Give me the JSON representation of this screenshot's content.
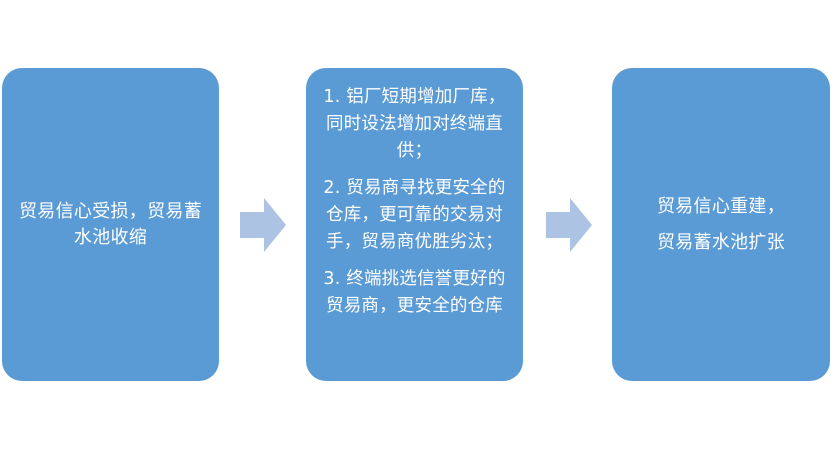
{
  "diagram": {
    "left_box": {
      "text": "贸易信心受损，贸易蓄水池收缩"
    },
    "middle_box": {
      "items": [
        "1. 铝厂短期增加厂库，同时设法增加对终端直供；",
        "2. 贸易商寻找更安全的仓库，更可靠的交易对手，贸易商优胜劣汰；",
        "3. 终端挑选信誉更好的贸易商，更安全的仓库"
      ]
    },
    "right_box": {
      "line1": "贸易信心重建，",
      "line2": "贸易蓄水池扩张"
    },
    "colors": {
      "box_fill": "#5b9bd5",
      "arrow_fill": "#adc3e3",
      "text": "#ffffff"
    },
    "icons": [
      "arrow-right-icon",
      "arrow-right-icon"
    ]
  }
}
